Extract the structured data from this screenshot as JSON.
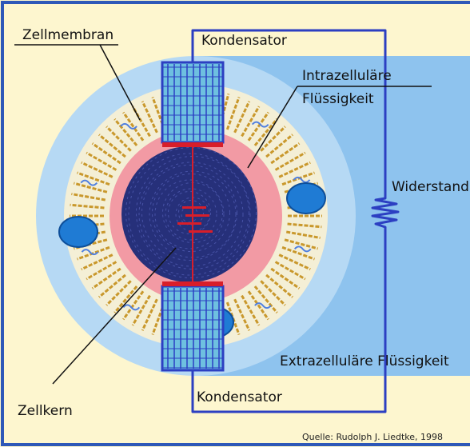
{
  "labels": {
    "zellmembran": "Zellmembran",
    "kondensator_top": "Kondensator",
    "intrazellulaere_1": "Intrazelluläre",
    "intrazellulaere_2": "Flüssigkeit",
    "widerstand": "Widerstand",
    "extrazellulaere": "Extrazelluläre Flüssigkeit",
    "kondensator_bottom": "Kondensator",
    "zellkern": "Zellkern"
  },
  "source": "Quelle: Rudolph J. Liedtke, 1998",
  "colors": {
    "background": "#fdf6cf",
    "frame": "#2e58b8",
    "extracellular_fluid": "#8ec3ee",
    "membrane_outer": "#b6d9f4",
    "membrane_ring": "#f4efd6",
    "intracellular": "#f29aa4",
    "nucleus": "#26307a",
    "circuit": "#2c3fc2",
    "capacitor_fill": "#6ec0e0",
    "capacitor_plate": "#d81e2a",
    "protein": "#1f7bd4",
    "lipid": "#c9982c",
    "text": "#111111"
  }
}
